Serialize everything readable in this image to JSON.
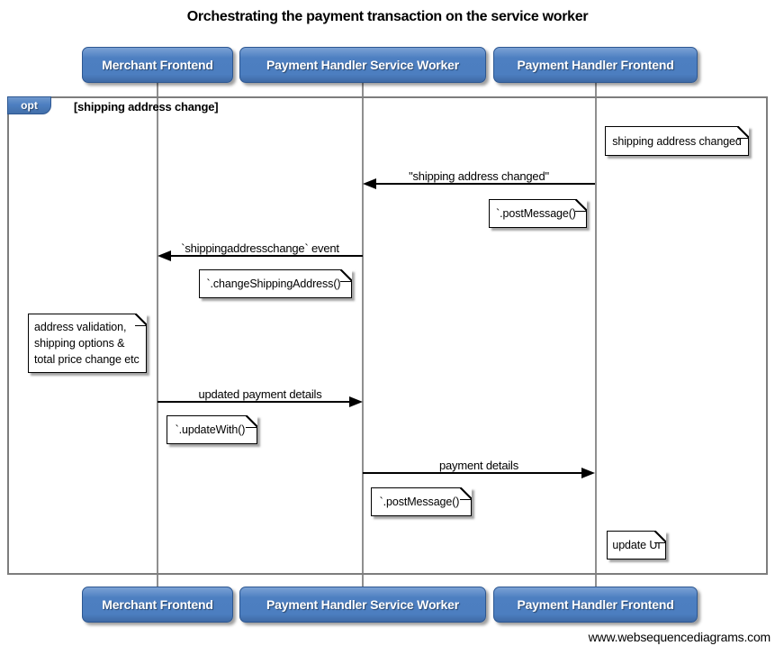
{
  "title": "Orchestrating the payment transaction on the service worker",
  "watermark": "www.websequencediagrams.com",
  "colors": {
    "actor_fill": "#4d7fc1",
    "actor_border": "#2d5791",
    "frame_border": "#7d7d7d",
    "lifeline": "#8f8f8f",
    "note_fill": "#ffffff",
    "arrow": "#000000"
  },
  "actors": [
    {
      "id": "merchant-frontend",
      "label": "Merchant Frontend"
    },
    {
      "id": "payment-handler-service-worker",
      "label": "Payment Handler Service Worker"
    },
    {
      "id": "payment-handler-frontend",
      "label": "Payment Handler Frontend"
    }
  ],
  "frame": {
    "operator": "opt",
    "guard": "[shipping address change]"
  },
  "messages": [
    {
      "label": "\"shipping address changed\"",
      "from": "Payment Handler Frontend",
      "to": "Payment Handler Service Worker",
      "direction": "left"
    },
    {
      "label": "`shippingaddresschange` event",
      "from": "Payment Handler Service Worker",
      "to": "Merchant Frontend",
      "direction": "left"
    },
    {
      "label": "updated payment details",
      "from": "Merchant Frontend",
      "to": "Payment Handler Service Worker",
      "direction": "right"
    },
    {
      "label": "payment details",
      "from": "Payment Handler Service Worker",
      "to": "Payment Handler Frontend",
      "direction": "right"
    }
  ],
  "notes": [
    {
      "text": "shipping address changed",
      "anchor": "Payment Handler Frontend"
    },
    {
      "text": "`.postMessage()`",
      "anchor": "Payment Handler Frontend"
    },
    {
      "text": "`.changeShippingAddress()`",
      "anchor": "Payment Handler Service Worker"
    },
    {
      "text": "address validation, shipping options & total price change etc",
      "lines": [
        "address validation,",
        "shipping options &",
        "total price change etc"
      ],
      "anchor": "Merchant Frontend"
    },
    {
      "text": "`.updateWith()`",
      "anchor": "Merchant Frontend"
    },
    {
      "text": "`.postMessage()`",
      "anchor": "Payment Handler Service Worker"
    },
    {
      "text": "update UI",
      "anchor": "Payment Handler Frontend"
    }
  ]
}
